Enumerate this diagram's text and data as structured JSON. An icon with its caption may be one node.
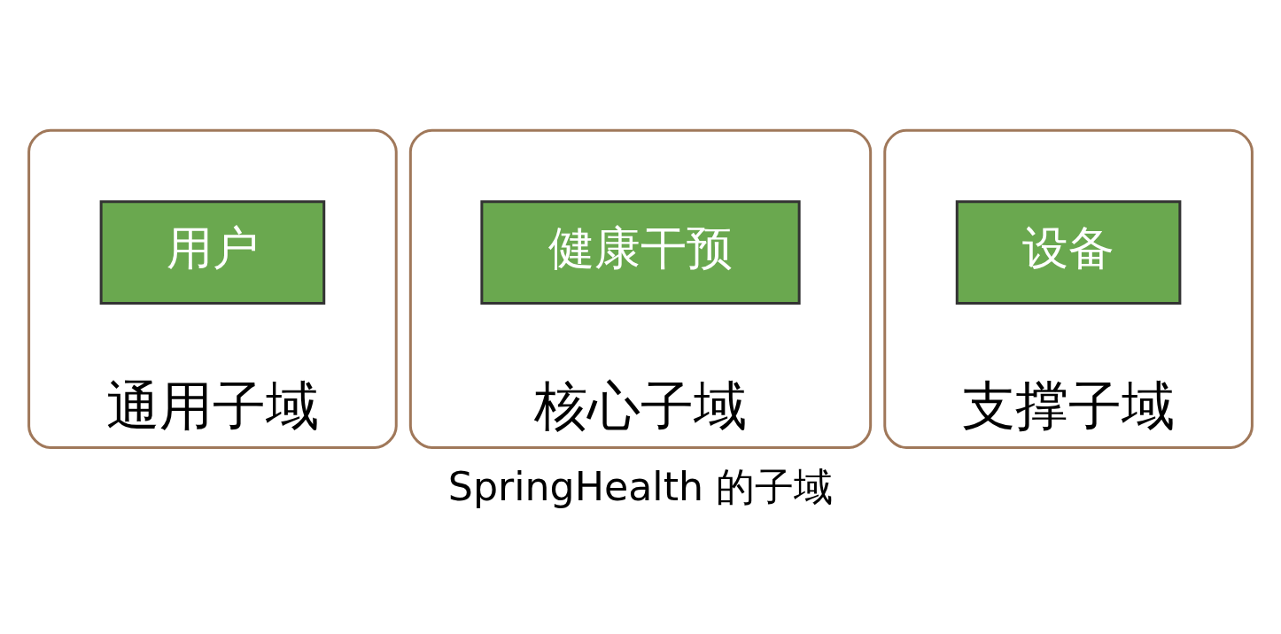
{
  "diagram": {
    "caption": "SpringHealth 的子域",
    "nodes": [
      {
        "text": [
          "通用子域"
        ]
      },
      {
        "text": [
          "用户"
        ],
        "in": 0
      },
      {
        "text": [
          "核心子域"
        ]
      },
      {
        "text": [
          "健康干预"
        ],
        "in": 2
      },
      {
        "text": [
          "支撑子域"
        ]
      },
      {
        "text": [
          "设备"
        ],
        "in": 4
      }
    ]
  }
}
